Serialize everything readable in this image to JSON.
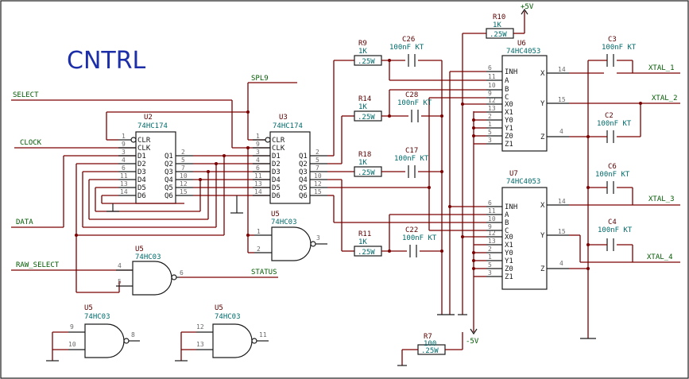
{
  "title": "CNTRL",
  "nets": {
    "select": "SELECT",
    "clock": "CLOCK",
    "data": "DATA",
    "raw_select": "RAW_SELECT",
    "status": "STATUS",
    "spl9": "SPL9",
    "vplus": "+5V",
    "vminus": "-5V",
    "xtal1": "XTAL_1",
    "xtal2": "XTAL_2",
    "xtal3": "XTAL_3",
    "xtal4": "XTAL_4"
  },
  "u2": {
    "ref": "U2",
    "part": "74HC174"
  },
  "u3": {
    "ref": "U3",
    "part": "74HC174"
  },
  "u6": {
    "ref": "U6",
    "part": "74HC4053"
  },
  "u7": {
    "ref": "U7",
    "part": "74HC4053"
  },
  "nand1": {
    "ref": "U5",
    "part": "74HC03"
  },
  "nand2": {
    "ref": "U5",
    "part": "74HC03"
  },
  "nand3": {
    "ref": "U5",
    "part": "74HC03"
  },
  "nand4": {
    "ref": "U5",
    "part": "74HC03"
  },
  "r9": {
    "ref": "R9",
    "val": "1K",
    "power": ".25W"
  },
  "r14": {
    "ref": "R14",
    "val": "1K",
    "power": ".25W"
  },
  "r18": {
    "ref": "R18",
    "val": "1K",
    "power": ".25W"
  },
  "r11": {
    "ref": "R11",
    "val": "1K",
    "power": ".25W"
  },
  "r10": {
    "ref": "R10",
    "val": "1K",
    "power": ".25W"
  },
  "r7": {
    "ref": "R7",
    "val": "100",
    "power": ".25W"
  },
  "c26": {
    "ref": "C26",
    "val": "100nF KT"
  },
  "c28": {
    "ref": "C28",
    "val": "100nF KT"
  },
  "c17": {
    "ref": "C17",
    "val": "100nF KT"
  },
  "c22": {
    "ref": "C22",
    "val": "100nF KT"
  },
  "c3": {
    "ref": "C3",
    "val": "100nF KT"
  },
  "c2": {
    "ref": "C2",
    "val": "100nF KT"
  },
  "c6": {
    "ref": "C6",
    "val": "100nF KT"
  },
  "c4": {
    "ref": "C4",
    "val": "100nF KT"
  },
  "pins_174": {
    "clr": "CLR",
    "clk": "CLK",
    "d1": "D1",
    "d2": "D2",
    "d3": "D3",
    "d4": "D4",
    "d5": "D5",
    "d6": "D6",
    "q1": "Q1",
    "q2": "Q2",
    "q3": "Q3",
    "q4": "Q4",
    "q5": "Q5",
    "q6": "Q6"
  },
  "pins_4053": {
    "inh": "INH",
    "a": "A",
    "b": "B",
    "c": "C",
    "x0": "X0",
    "x1": "X1",
    "y0": "Y0",
    "y1": "Y1",
    "z0": "Z0",
    "z1": "Z1",
    "x": "X",
    "y": "Y",
    "z": "Z"
  },
  "pinnums": {
    "u2_in": [
      "1",
      "9",
      "3",
      "4",
      "6",
      "11",
      "13",
      "14"
    ],
    "u2_out": [
      "2",
      "5",
      "7",
      "10",
      "12",
      "15"
    ],
    "u3_in": [
      "1",
      "9",
      "3",
      "4",
      "6",
      "11",
      "13",
      "14"
    ],
    "u3_out": [
      "2",
      "5",
      "7",
      "10",
      "12",
      "15"
    ],
    "u6_in": [
      "6",
      "11",
      "10",
      "9",
      "12",
      "13",
      "2",
      "1",
      "5",
      "3"
    ],
    "u6_out": [
      "14",
      "15",
      "4"
    ],
    "u7_in": [
      "6",
      "11",
      "10",
      "9",
      "12",
      "13",
      "2",
      "1",
      "5",
      "3"
    ],
    "u7_out": [
      "14",
      "15",
      "4"
    ],
    "nand1": [
      "1",
      "2",
      "3"
    ],
    "nand2": [
      "4",
      "5",
      "6"
    ],
    "nand3": [
      "9",
      "10",
      "8"
    ],
    "nand4": [
      "12",
      "13",
      "11"
    ]
  }
}
